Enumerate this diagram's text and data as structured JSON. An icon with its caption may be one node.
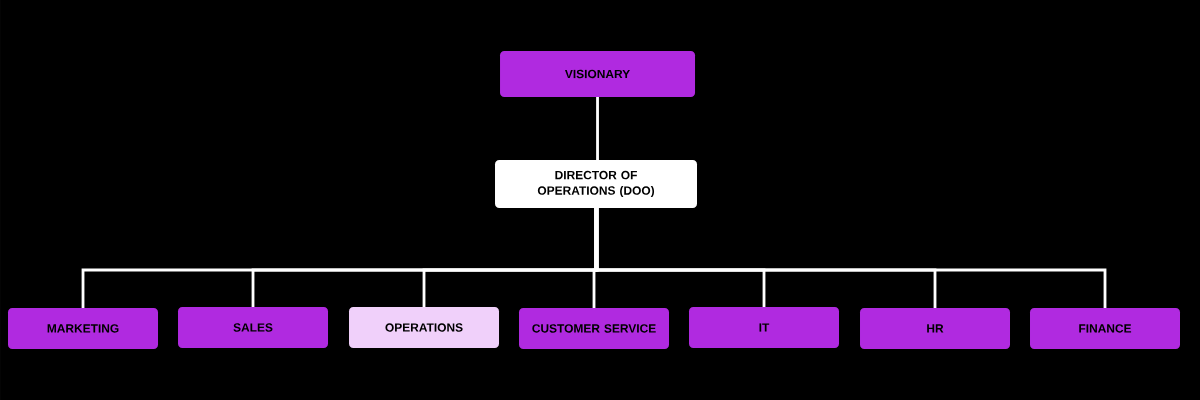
{
  "diagram": {
    "nodes": [
      {
        "text": [
          "VISIONARY"
        ]
      },
      {
        "text": [
          "DIRECTOR OF OPERATIONS (DOO)"
        ]
      },
      {
        "text": [
          "MARKETING"
        ]
      },
      {
        "text": [
          "SALES"
        ]
      },
      {
        "text": [
          "OPERATIONS"
        ]
      },
      {
        "text": [
          "CUSTOMER SERVICE"
        ]
      },
      {
        "text": [
          "IT"
        ]
      },
      {
        "text": [
          "HR"
        ]
      },
      {
        "text": [
          "FINANCE"
        ]
      }
    ],
    "edges": [
      {
        "from": 0,
        "to": 1,
        "arrow": "none"
      },
      {
        "from": 1,
        "to": 2,
        "arrow": "none"
      },
      {
        "from": 1,
        "to": 3,
        "arrow": "none"
      },
      {
        "from": 1,
        "to": 4,
        "arrow": "none"
      },
      {
        "from": 1,
        "to": 5,
        "arrow": "none"
      },
      {
        "from": 1,
        "to": 6,
        "arrow": "none"
      },
      {
        "from": 1,
        "to": 7,
        "arrow": "none"
      },
      {
        "from": 1,
        "to": 8,
        "arrow": "none"
      }
    ]
  }
}
